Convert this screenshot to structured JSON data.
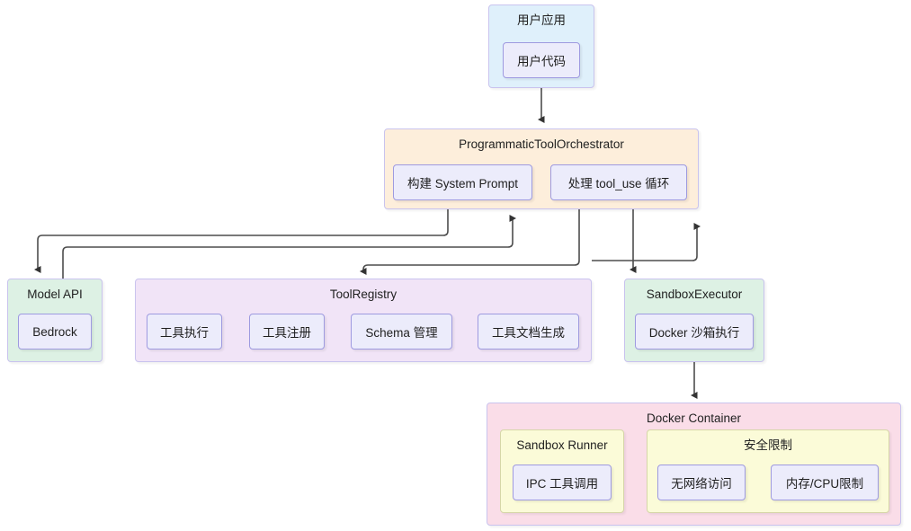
{
  "diagram": {
    "type": "architecture-flowchart",
    "clusters": [
      {
        "id": "user-app",
        "title": "用户应用",
        "color": "#dff0fb",
        "nodes": [
          {
            "id": "user-code",
            "label": "用户代码"
          }
        ]
      },
      {
        "id": "orchestrator",
        "title": "ProgrammaticToolOrchestrator",
        "color": "#fdeedb",
        "nodes": [
          {
            "id": "build-system-prompt",
            "label": "构建 System Prompt"
          },
          {
            "id": "handle-tool-use-loop",
            "label": "处理 tool_use 循环"
          }
        ]
      },
      {
        "id": "model-api",
        "title": "Model API",
        "color": "#ddf1e4",
        "nodes": [
          {
            "id": "bedrock",
            "label": "Bedrock"
          }
        ]
      },
      {
        "id": "tool-registry",
        "title": "ToolRegistry",
        "color": "#f1e4f7",
        "nodes": [
          {
            "id": "tool-exec",
            "label": "工具执行"
          },
          {
            "id": "tool-register",
            "label": "工具注册"
          },
          {
            "id": "schema-manage",
            "label": "Schema 管理"
          },
          {
            "id": "tool-doc-gen",
            "label": "工具文档生成"
          }
        ]
      },
      {
        "id": "sandbox-executor",
        "title": "SandboxExecutor",
        "color": "#ddf1e4",
        "nodes": [
          {
            "id": "docker-sandbox-exec",
            "label": "Docker 沙箱执行"
          }
        ]
      },
      {
        "id": "docker-container",
        "title": "Docker Container",
        "color": "#fadde8",
        "nodes": [],
        "subclusters": [
          {
            "id": "sandbox-runner",
            "title": "Sandbox Runner",
            "color": "#fbfbd8",
            "nodes": [
              {
                "id": "ipc-tool-call",
                "label": "IPC 工具调用"
              }
            ]
          },
          {
            "id": "security-limits",
            "title": "安全限制",
            "color": "#fbfbd8",
            "nodes": [
              {
                "id": "no-network",
                "label": "无网络访问"
              },
              {
                "id": "mem-cpu-limit",
                "label": "内存/CPU限制"
              }
            ]
          }
        ]
      }
    ],
    "edges": [
      {
        "from": "user-code",
        "to": "orchestrator"
      },
      {
        "from": "build-system-prompt",
        "to": "model-api"
      },
      {
        "from": "model-api",
        "to": "orchestrator"
      },
      {
        "from": "handle-tool-use-loop",
        "to": "tool-registry"
      },
      {
        "from": "tool-registry",
        "to": "orchestrator"
      },
      {
        "from": "orchestrator",
        "to": "sandbox-executor"
      },
      {
        "from": "docker-sandbox-exec",
        "to": "docker-container"
      }
    ],
    "edge_color": "#4d4d4d"
  }
}
